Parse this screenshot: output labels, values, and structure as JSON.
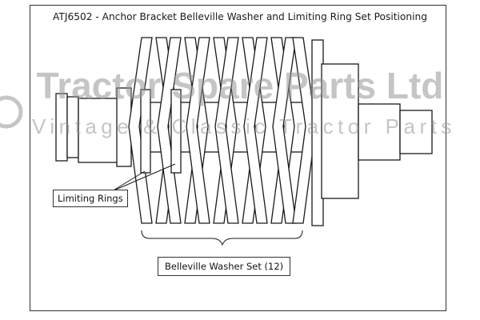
{
  "title": "ATJ6502 - Anchor Bracket Belleville Washer and Limiting Ring Set Positioning",
  "labels": {
    "limiting_rings": "Limiting Rings",
    "washer_set": "Belleville Washer Set (12)"
  },
  "watermark": {
    "main": "Tractor Spare Parts Ltd",
    "sub": "Vintage & Classic Tractor Parts"
  },
  "colors": {
    "line": "#1a1a1a",
    "watermark": "#9a9a9a"
  }
}
